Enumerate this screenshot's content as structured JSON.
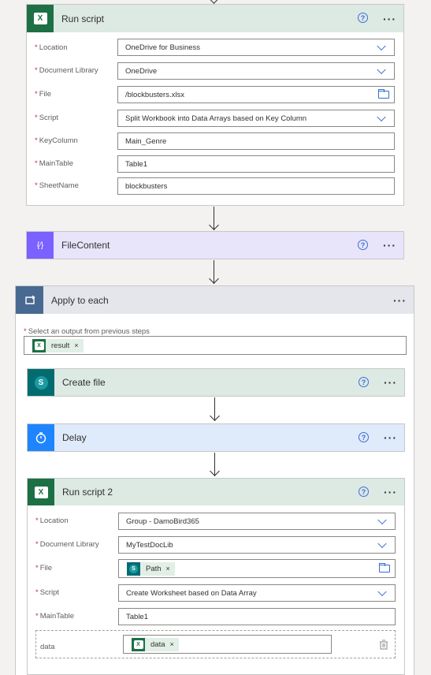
{
  "run_script": {
    "title": "Run script",
    "icon_letter": "X",
    "fields": {
      "location": {
        "label": "Location",
        "value": "OneDrive for Business"
      },
      "doclib": {
        "label": "Document Library",
        "value": "OneDrive"
      },
      "file": {
        "label": "File",
        "value": "/blockbusters.xlsx"
      },
      "script": {
        "label": "Script",
        "value": "Split Workbook into Data Arrays based on Key Column"
      },
      "keycolumn": {
        "label": "KeyColumn",
        "value": "Main_Genre"
      },
      "maintable": {
        "label": "MainTable",
        "value": "Table1"
      },
      "sheetname": {
        "label": "SheetName",
        "value": "blockbusters"
      }
    }
  },
  "file_content": {
    "title": "FileContent",
    "icon_text": "{⁄}"
  },
  "apply_each": {
    "title": "Apply to each",
    "select_label": "Select an output from previous steps",
    "token_label": "result",
    "token_close": "×"
  },
  "create_file": {
    "title": "Create file",
    "icon_letter": "S"
  },
  "delay": {
    "title": "Delay"
  },
  "run_script2": {
    "title": "Run script 2",
    "icon_letter": "X",
    "fields": {
      "location": {
        "label": "Location",
        "value": "Group - DamoBird365"
      },
      "doclib": {
        "label": "Document Library",
        "value": "MyTestDocLib"
      },
      "file": {
        "label": "File",
        "token": "Path",
        "token_close": "×"
      },
      "script": {
        "label": "Script",
        "value": "Create Worksheet based on Data Array"
      },
      "maintable": {
        "label": "MainTable",
        "value": "Table1"
      },
      "data": {
        "label": "data",
        "token": "data",
        "token_close": "×"
      }
    }
  },
  "common": {
    "help": "?",
    "more": "···",
    "star": "*"
  },
  "colors": {
    "excel_green": "#1d7044",
    "excel_header": "#dde9e3",
    "variable_purple": "#7b61ff",
    "variable_header": "#e8e4fa",
    "loop_blue": "#486991",
    "loop_header": "#e4e6ec",
    "sharepoint_teal": "#036c70",
    "delay_blue": "#1f85ff",
    "delay_header": "#dfeafa"
  }
}
